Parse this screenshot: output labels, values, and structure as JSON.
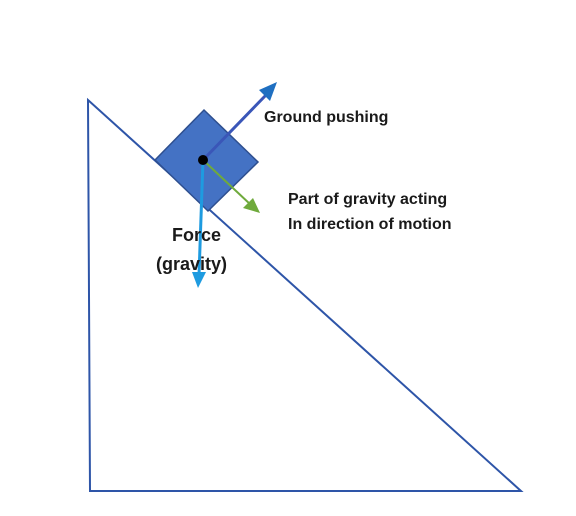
{
  "labels": {
    "normal_force": "Ground pushing",
    "parallel_component_line1": "Part of gravity acting",
    "parallel_component_line2": "In direction of motion",
    "gravity_line1": "Force",
    "gravity_line2": "(gravity)"
  },
  "colors": {
    "incline_outline": "#2E55A8",
    "block_fill": "#4472C4",
    "block_outline": "#2E4F8F",
    "normal_force_arrow": "#3A56B8",
    "normal_force_arrowhead": "#1F6FC1",
    "gravity_arrow": "#1E9BE0",
    "parallel_component_arrow": "#6FAA3C",
    "center_point": "#000000"
  }
}
